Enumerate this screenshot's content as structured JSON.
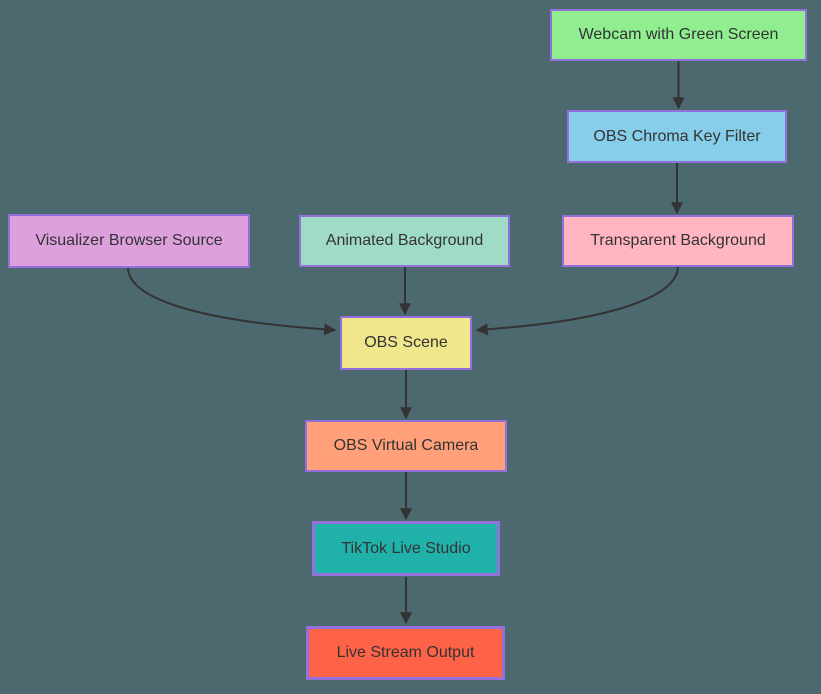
{
  "diagram": {
    "type": "flowchart",
    "background": "#4C6970",
    "edge_color": "#333333",
    "node_border_color": "#9370DB",
    "text_color": "#333333",
    "nodes": [
      {
        "id": "webcam",
        "label": "Webcam with Green Screen",
        "fill": "#90EE90",
        "border": "#9370DB"
      },
      {
        "id": "chroma",
        "label": "OBS Chroma Key Filter",
        "fill": "#87CEEB",
        "border": "#9370DB"
      },
      {
        "id": "transparent",
        "label": "Transparent Background",
        "fill": "#FFB6C1",
        "border": "#9370DB"
      },
      {
        "id": "visualizer",
        "label": "Visualizer Browser Source",
        "fill": "#DDA0DD",
        "border": "#9370DB"
      },
      {
        "id": "animated",
        "label": "Animated Background",
        "fill": "#A0DBC5",
        "border": "#9370DB"
      },
      {
        "id": "scene",
        "label": "OBS Scene",
        "fill": "#F0E68C",
        "border": "#9370DB"
      },
      {
        "id": "virtualcam",
        "label": "OBS Virtual Camera",
        "fill": "#FFA07A",
        "border": "#9370DB"
      },
      {
        "id": "tiktok",
        "label": "TikTok Live Studio",
        "fill": "#20B2AA",
        "border": "#9370DB"
      },
      {
        "id": "output",
        "label": "Live Stream Output",
        "fill": "#FF6347",
        "border": "#9370DB"
      }
    ],
    "edges": [
      {
        "from": "Webcam with Green Screen",
        "to": "OBS Chroma Key Filter"
      },
      {
        "from": "OBS Chroma Key Filter",
        "to": "Transparent Background"
      },
      {
        "from": "Visualizer Browser Source",
        "to": "OBS Scene"
      },
      {
        "from": "Animated Background",
        "to": "OBS Scene"
      },
      {
        "from": "Transparent Background",
        "to": "OBS Scene"
      },
      {
        "from": "OBS Scene",
        "to": "OBS Virtual Camera"
      },
      {
        "from": "OBS Virtual Camera",
        "to": "TikTok Live Studio"
      },
      {
        "from": "TikTok Live Studio",
        "to": "Live Stream Output"
      }
    ]
  }
}
